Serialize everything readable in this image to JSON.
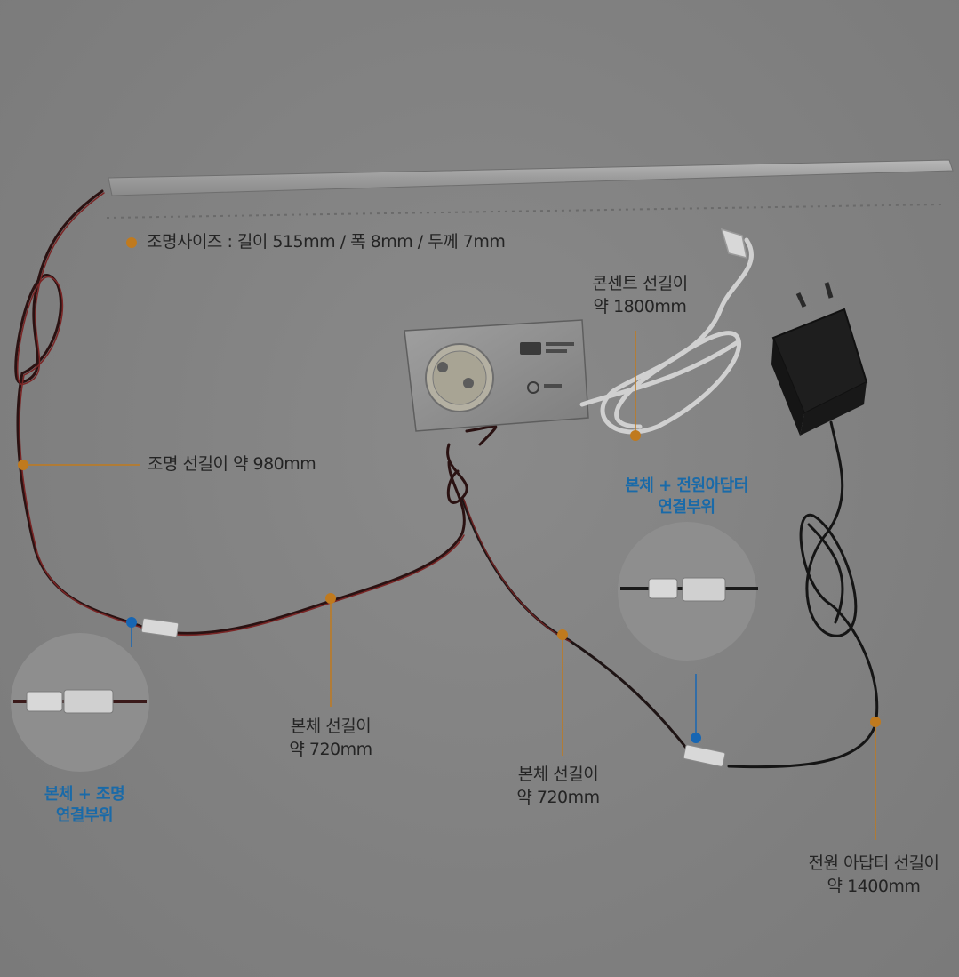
{
  "spec": {
    "text": "조명사이즈 : 길이 515mm / 폭 8mm / 두께 7mm"
  },
  "labels": {
    "light_cable": "조명 선길이 약 980mm",
    "outlet_cable": {
      "line1": "콘센트 선길이",
      "line2": "약 1800mm"
    },
    "body_cable_left": {
      "line1": "본체 선길이",
      "line2": "약 720mm"
    },
    "body_cable_right": {
      "line1": "본체 선길이",
      "line2": "약 720mm"
    },
    "adapter_cable": {
      "line1": "전원 아답터 선길이",
      "line2": "약 1400mm"
    }
  },
  "connections": {
    "body_light": {
      "line1": "본체 + 조명",
      "line2": "연결부위"
    },
    "body_adapter": {
      "line1": "본체 + 전원아답터",
      "line2": "연결부위"
    }
  },
  "colors": {
    "orange": "#c07a1e",
    "blue": "#1766b3",
    "background": "#828282"
  }
}
